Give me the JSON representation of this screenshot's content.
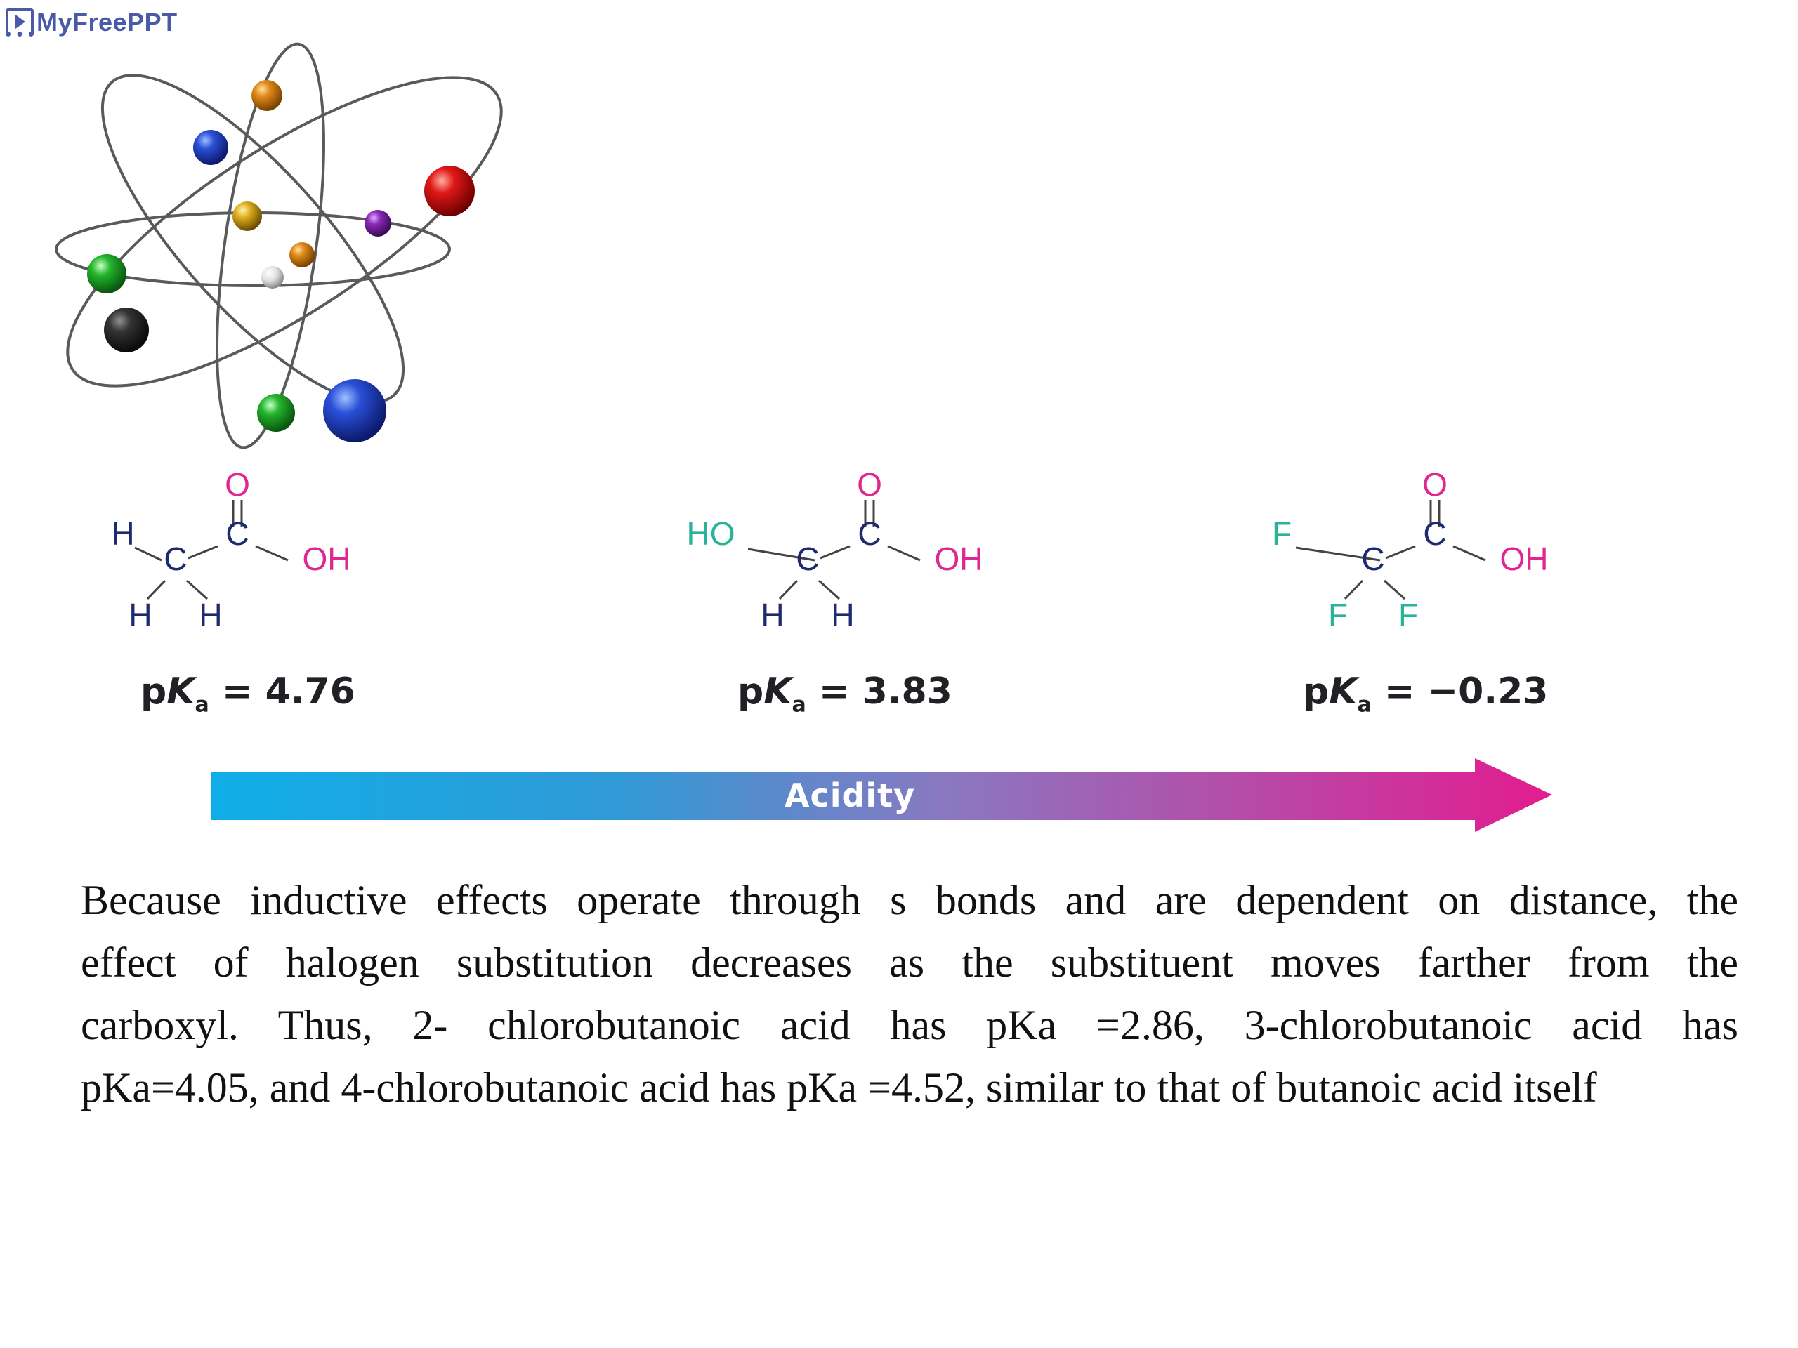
{
  "logo": {
    "text": "MyFreePPT"
  },
  "molecules": [
    {
      "substituents": [
        "H",
        "H",
        "H"
      ],
      "pka_label": "pKa",
      "pka_value": "= 4.76",
      "sub_color": "#1d2a6e"
    },
    {
      "substituents": [
        "HO",
        "H",
        "H"
      ],
      "pka_label": "pKa",
      "pka_value": "= 3.83",
      "sub_color": "#2bb39a"
    },
    {
      "substituents": [
        "F",
        "F",
        "F"
      ],
      "pka_label": "pKa",
      "pka_value": "= −0.23",
      "sub_color": "#2bb39a"
    }
  ],
  "molecule_common": {
    "carbon": "C",
    "carbonyl_c": "C",
    "oxygen": "O",
    "hydroxyl": "OH"
  },
  "arrow": {
    "label": "Acidity",
    "start_color": "#10aee8",
    "end_color": "#e31c8f"
  },
  "paragraph": {
    "line1": "Because inductive effects operate through s bonds and are dependent on distance, the",
    "line2": "effect of halogen substitution decreases as the substituent moves farther from the",
    "line3": "carboxyl. Thus, 2- chlorobutanoic acid has pKa =2.86, 3-chlorobutanoic acid has",
    "line4": "pKa=4.05, and 4-chlorobutanoic  acid has pKa =4.52, similar to that of butanoic acid itself"
  },
  "colors": {
    "oxygen": "#e0278f",
    "text": "#111111"
  }
}
